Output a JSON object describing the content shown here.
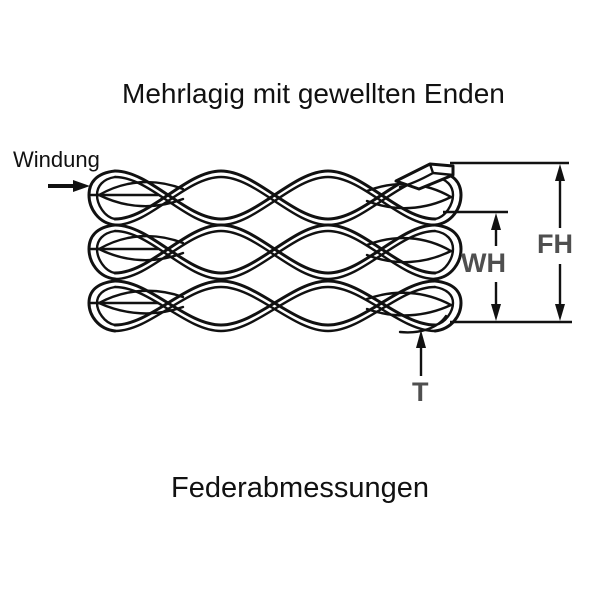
{
  "title": "Mehrlagig mit gewellten Enden",
  "caption": "Federabmessungen",
  "labels": {
    "winding": "Windung",
    "work_height": "WH",
    "free_height": "FH",
    "thickness": "T"
  },
  "colors": {
    "line": "#111111",
    "dim_label": "#4f4f4f",
    "background": "#ffffff"
  }
}
